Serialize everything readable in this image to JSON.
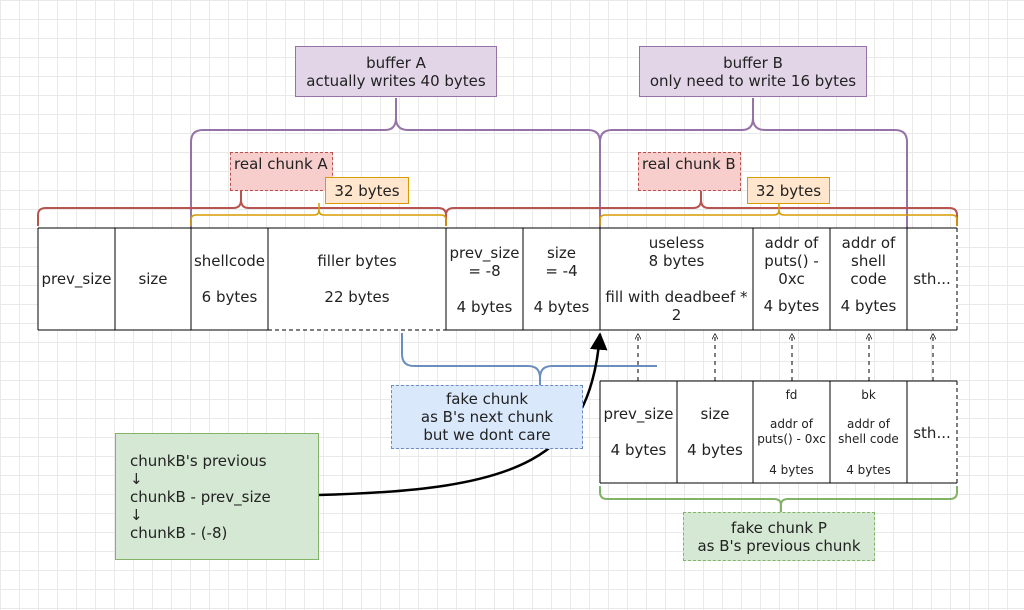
{
  "labels": {
    "buffer_a": [
      "buffer A",
      "actually writes 40 bytes"
    ],
    "buffer_b": [
      "buffer B",
      "only need to write 16 bytes"
    ],
    "real_chunk_a": "real chunk A",
    "real_chunk_b": "real chunk B",
    "size_a": "32 bytes",
    "size_b": "32 bytes",
    "fake_chunk": [
      "fake chunk",
      "as B's next chunk",
      "but we dont care"
    ],
    "fake_chunk_p": [
      "fake chunk P",
      "as B's previous chunk"
    ],
    "chunkb_note": [
      "chunkB's previous",
      "↓",
      "chunkB - prev_size",
      "↓",
      "chunkB - (-8)"
    ]
  },
  "memory_row": {
    "prev_size": "prev_size",
    "size": "size",
    "shellcode": [
      "shellcode",
      "6 bytes"
    ],
    "filler": [
      "filler bytes",
      "22 bytes"
    ],
    "prev_size_b": [
      "prev_size",
      "= -8",
      "4 bytes"
    ],
    "size_b": [
      "size",
      "= -4",
      "4 bytes"
    ],
    "useless": [
      "useless",
      "8 bytes",
      "fill with deadbeef *",
      "2"
    ],
    "addr_puts": [
      "addr of",
      "puts() -",
      "0xc",
      "4 bytes"
    ],
    "addr_shell": [
      "addr of",
      "shell",
      "code",
      "4 bytes"
    ],
    "sth": "sth..."
  },
  "fake_row": {
    "prev_size": [
      "prev_size",
      "4 bytes"
    ],
    "size": [
      "size",
      "4 bytes"
    ],
    "fd": [
      "fd",
      "addr of",
      "puts() - 0xc",
      "4 bytes"
    ],
    "bk": [
      "bk",
      "addr of",
      "shell code",
      "4 bytes"
    ],
    "sth": "sth..."
  },
  "colors": {
    "purple": "#9673a6",
    "red": "#b85450",
    "orange": "#d79b00",
    "blue": "#6c8ebf",
    "green": "#82b366"
  }
}
